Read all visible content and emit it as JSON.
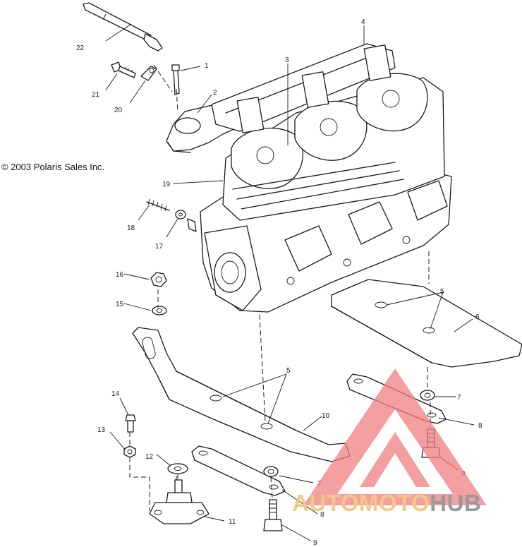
{
  "copyright": "© 2003 Polaris Sales Inc.",
  "callouts": [
    {
      "id": "c22",
      "text": "22"
    },
    {
      "id": "c21",
      "text": "21"
    },
    {
      "id": "c20",
      "text": "20"
    },
    {
      "id": "c1",
      "text": "1"
    },
    {
      "id": "c2",
      "text": "2"
    },
    {
      "id": "c3",
      "text": "3"
    },
    {
      "id": "c4",
      "text": "4"
    },
    {
      "id": "c19",
      "text": "19"
    },
    {
      "id": "c18",
      "text": "18"
    },
    {
      "id": "c17",
      "text": "17"
    },
    {
      "id": "c16",
      "text": "16"
    },
    {
      "id": "c15",
      "text": "15"
    },
    {
      "id": "c5a",
      "text": "5"
    },
    {
      "id": "c6",
      "text": "6"
    },
    {
      "id": "c5b",
      "text": "5"
    },
    {
      "id": "c7a",
      "text": "7"
    },
    {
      "id": "c8a",
      "text": "8"
    },
    {
      "id": "c10",
      "text": "10"
    },
    {
      "id": "c14",
      "text": "14"
    },
    {
      "id": "c13",
      "text": "13"
    },
    {
      "id": "c12",
      "text": "12"
    },
    {
      "id": "c9a",
      "text": "9"
    },
    {
      "id": "c7b",
      "text": "7"
    },
    {
      "id": "c8b",
      "text": "8"
    },
    {
      "id": "c11",
      "text": "11"
    },
    {
      "id": "c9b",
      "text": "9"
    }
  ],
  "watermark": {
    "part_a": "AUTOMOTO",
    "part_b": "HUB",
    "color_a": "#f3c98b",
    "color_b": "#9a9a9a",
    "logo_color": "#f08080"
  }
}
